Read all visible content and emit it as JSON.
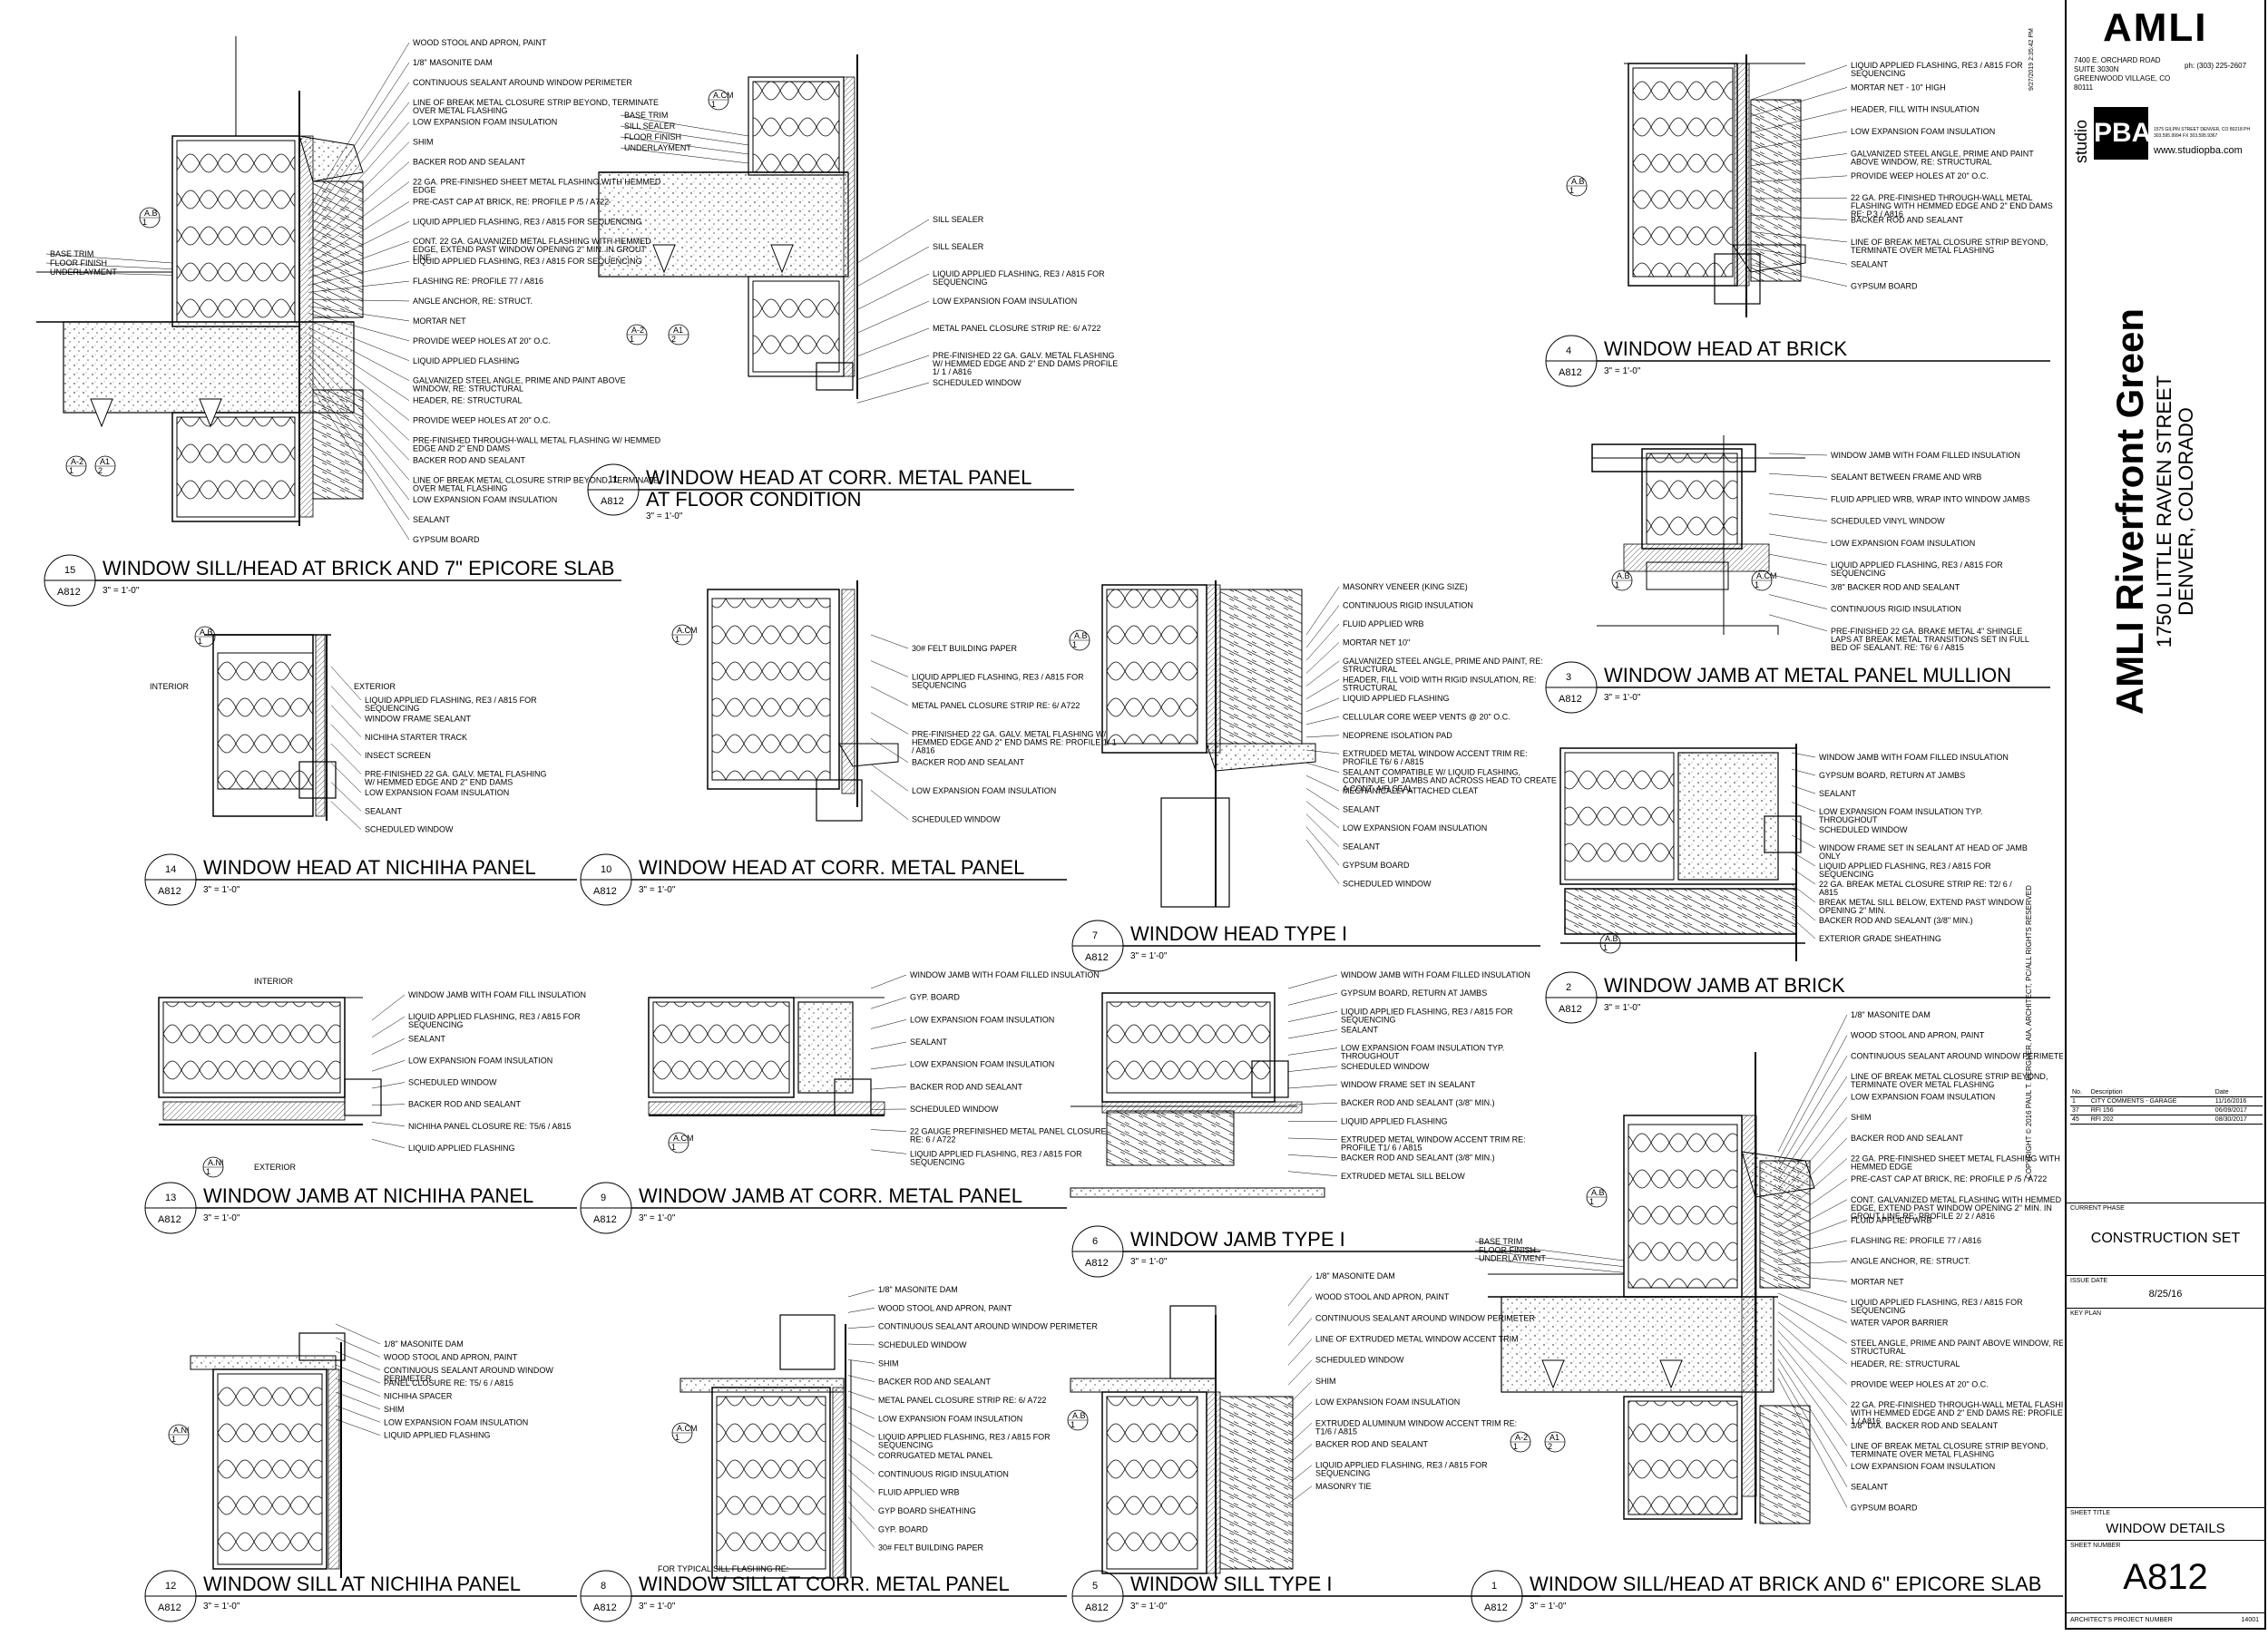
{
  "sheet": {
    "project_name": "AMLI Riverfront Green",
    "project_address_line1": "1750 LITTLE RAVEN STREET",
    "project_address_line2": "DENVER, COLORADO",
    "sheet_title_label": "SHEET TITLE",
    "sheet_title": "WINDOW DETAILS",
    "sheet_number_label": "SHEET NUMBER",
    "sheet_number": "A812",
    "current_phase_label": "CURRENT PHASE",
    "current_phase": "CONSTRUCTION SET",
    "issue_date_label": "ISSUE DATE",
    "issue_date": "8/25/16",
    "key_plan_label": "KEY PLAN",
    "project_number_label": "ARCHITECT'S PROJECT NUMBER",
    "project_number": "14001",
    "copyright": "COPYRIGHT © 2016 PAUL T. BERGNER, AIA, ARCHITECT, PC/ALL RIGHTS RESERVED",
    "plot_stamp": "9/27/2019 2:35:42 PM"
  },
  "owner": {
    "logo": "AMLI",
    "address": "7400 E. ORCHARD ROAD\nSUITE 3030N\nGREENWOOD VILLAGE, CO\n80111",
    "phone": "ph: (303) 225-2607"
  },
  "architect": {
    "studio": "studio",
    "logo": "PBA",
    "small": "1575 GILPIN STREET  DENVER, CO 80218  PH 303.595.9994  FX 303.595.9367",
    "website": "www.studiopba.com"
  },
  "revisions": {
    "headers": [
      "No.",
      "Description",
      "Date"
    ],
    "rows": [
      [
        "1",
        "CITY COMMENTS - GARAGE",
        "11/16/2016"
      ],
      [
        "37",
        "RFI 156",
        "06/09/2017"
      ],
      [
        "45",
        "RFI 202",
        "08/30/2017"
      ]
    ]
  },
  "details": [
    {
      "num": "15",
      "title": "WINDOW SILL/HEAD AT BRICK AND 7\" EPICORE SLAB",
      "sheet": "A812",
      "scale": "3\" = 1'-0\""
    },
    {
      "num": "11",
      "title": "WINDOW HEAD AT CORR. METAL PANEL",
      "title2": "AT FLOOR CONDITION",
      "sheet": "A812",
      "scale": "3\" = 1'-0\""
    },
    {
      "num": "4",
      "title": "WINDOW HEAD AT BRICK",
      "sheet": "A812",
      "scale": "3\" = 1'-0\""
    },
    {
      "num": "3",
      "title": "WINDOW JAMB AT METAL PANEL MULLION",
      "sheet": "A812",
      "scale": "3\" = 1'-0\""
    },
    {
      "num": "14",
      "title": "WINDOW HEAD AT NICHIHA PANEL",
      "sheet": "A812",
      "scale": "3\" = 1'-0\""
    },
    {
      "num": "10",
      "title": "WINDOW HEAD AT CORR. METAL PANEL",
      "sheet": "A812",
      "scale": "3\" = 1'-0\""
    },
    {
      "num": "7",
      "title": "WINDOW HEAD TYPE I",
      "sheet": "A812",
      "scale": "3\" = 1'-0\""
    },
    {
      "num": "2",
      "title": "WINDOW JAMB AT BRICK",
      "sheet": "A812",
      "scale": "3\" = 1'-0\""
    },
    {
      "num": "13",
      "title": "WINDOW JAMB AT NICHIHA PANEL",
      "sheet": "A812",
      "scale": "3\" = 1'-0\""
    },
    {
      "num": "9",
      "title": "WINDOW JAMB AT CORR. METAL PANEL",
      "sheet": "A812",
      "scale": "3\" = 1'-0\""
    },
    {
      "num": "6",
      "title": "WINDOW JAMB TYPE I",
      "sheet": "A812",
      "scale": "3\" = 1'-0\""
    },
    {
      "num": "12",
      "title": "WINDOW SILL AT NICHIHA PANEL",
      "sheet": "A812",
      "scale": "3\" = 1'-0\""
    },
    {
      "num": "8",
      "title": "WINDOW SILL AT CORR. METAL PANEL",
      "sheet": "A812",
      "scale": "3\" = 1'-0\""
    },
    {
      "num": "5",
      "title": "WINDOW SILL TYPE I",
      "sheet": "A812",
      "scale": "3\" = 1'-0\""
    },
    {
      "num": "1",
      "title": "WINDOW SILL/HEAD AT BRICK AND 6\" EPICORE SLAB",
      "sheet": "A812",
      "scale": "3\" = 1'-0\""
    }
  ],
  "notes": {
    "d15": [
      "WOOD STOOL AND APRON, PAINT",
      "1/8\" MASONITE DAM",
      "CONTINUOUS SEALANT AROUND WINDOW PERIMETER",
      "LINE OF BREAK METAL CLOSURE STRIP BEYOND, TERMINATE OVER METAL FLASHING",
      "LOW EXPANSION FOAM INSULATION",
      "SHIM",
      "BACKER ROD AND SEALANT",
      "22 GA. PRE-FINISHED SHEET METAL FLASHING WITH HEMMED EDGE",
      "PRE-CAST CAP AT BRICK, RE: PROFILE P /5 / A722",
      "LIQUID APPLIED FLASHING, RE3 / A815 FOR SEQUENCING",
      "CONT. 22 GA. GALVANIZED METAL FLASHING WITH HEMMED EDGE, EXTEND PAST WINDOW OPENING 2\" MIN. IN GROUT LINE",
      "LIQUID APPLIED FLASHING, RE3 / A815 FOR SEQUENCING",
      "FLASHING RE: PROFILE 77 / A816",
      "ANGLE ANCHOR, RE: STRUCT.",
      "MORTAR NET",
      "PROVIDE WEEP HOLES AT 20\" O.C.",
      "LIQUID APPLIED FLASHING",
      "GALVANIZED STEEL ANGLE, PRIME AND PAINT ABOVE WINDOW, RE: STRUCTURAL",
      "HEADER, RE: STRUCTURAL",
      "PROVIDE WEEP HOLES AT 20\" O.C.",
      "PRE-FINISHED THROUGH-WALL METAL FLASHING W/ HEMMED EDGE AND 2\" END DAMS",
      "BACKER ROD AND SEALANT",
      "LINE OF BREAK METAL CLOSURE STRIP BEYOND, TERMINATE OVER METAL FLASHING",
      "LOW EXPANSION FOAM INSULATION",
      "SEALANT",
      "GYPSUM BOARD"
    ],
    "d15_left": [
      "BASE TRIM",
      "FLOOR FINISH",
      "UNDERLAYMENT"
    ],
    "d11": [
      "SILL SEALER",
      "SILL SEALER",
      "LIQUID APPLIED FLASHING, RE3 / A815 FOR SEQUENCING",
      "LOW EXPANSION FOAM INSULATION",
      "METAL PANEL CLOSURE STRIP RE: 6/ A722",
      "PRE-FINISHED 22 GA. GALV. METAL FLASHING W/ HEMMED EDGE AND 2\" END DAMS PROFILE 1/ 1 / A816",
      "SCHEDULED WINDOW"
    ],
    "d11_left": [
      "BASE TRIM",
      "SILL SEALER",
      "FLOOR FINISH",
      "UNDERLAYMENT"
    ],
    "d4": [
      "LIQUID APPLIED FLASHING, RE3 / A815 FOR SEQUENCING",
      "MORTAR NET - 10\" HIGH",
      "HEADER, FILL WITH INSULATION",
      "LOW EXPANSION FOAM INSULATION",
      "GALVANIZED STEEL ANGLE, PRIME AND PAINT ABOVE WINDOW, RE: STRUCTURAL",
      "PROVIDE WEEP HOLES AT 20\" O.C.",
      "22 GA. PRE-FINISHED THROUGH-WALL METAL FLASHING WITH HEMMED EDGE AND 2\" END DAMS RE: P.3 / A816",
      "BACKER ROD AND SEALANT",
      "LINE OF BREAK METAL CLOSURE STRIP BEYOND, TERMINATE OVER METAL FLASHING",
      "SEALANT",
      "GYPSUM BOARD"
    ],
    "d3": [
      "WINDOW JAMB WITH FOAM FILLED INSULATION",
      "SEALANT BETWEEN FRAME AND WRB",
      "FLUID APPLIED WRB, WRAP INTO WINDOW JAMBS",
      "SCHEDULED VINYL WINDOW",
      "LOW EXPANSION FOAM INSULATION",
      "LIQUID APPLIED FLASHING, RE3 / A815 FOR SEQUENCING",
      "3/8\" BACKER ROD AND SEALANT",
      "CONTINUOUS RIGID INSULATION",
      "PRE-FINISHED 22 GA. BRAKE METAL 4\" SHINGLE LAPS AT BREAK METAL TRANSITIONS SET IN FULL BED OF SEALANT. RE: T6/ 6 / A815"
    ],
    "d14": [
      "LIQUID APPLIED FLASHING, RE3 / A815 FOR SEQUENCING",
      "WINDOW FRAME SEALANT",
      "NICHIHA STARTER TRACK",
      "INSECT SCREEN",
      "PRE-FINISHED 22 GA. GALV. METAL FLASHING W/ HEMMED EDGE AND 2\" END DAMS",
      "LOW EXPANSION FOAM INSULATION",
      "SEALANT",
      "SCHEDULED WINDOW"
    ],
    "d14_labels": [
      "INTERIOR",
      "EXTERIOR"
    ],
    "d10": [
      "30# FELT BUILDING PAPER",
      "LIQUID APPLIED FLASHING, RE3 / A815 FOR SEQUENCING",
      "METAL PANEL CLOSURE STRIP RE: 6/ A722",
      "PRE-FINISHED 22 GA. GALV. METAL FLASHING W/ HEMMED EDGE AND 2\" END DAMS RE: PROFILE 1/ 1 / A816",
      "BACKER ROD AND SEALANT",
      "LOW EXPANSION FOAM INSULATION",
      "SCHEDULED WINDOW"
    ],
    "d7": [
      "MASONRY VENEER (KING SIZE)",
      "CONTINUOUS RIGID INSULATION",
      "FLUID APPLIED WRB",
      "MORTAR NET 10\"",
      "GALVANIZED STEEL ANGLE, PRIME AND PAINT, RE: STRUCTURAL",
      "HEADER, FILL VOID WITH RIGID INSULATION, RE: STRUCTURAL",
      "LIQUID APPLIED FLASHING",
      "CELLULAR CORE WEEP VENTS @ 20\" O.C.",
      "NEOPRENE ISOLATION PAD",
      "EXTRUDED METAL WINDOW ACCENT TRIM RE: PROFILE T6/ 6 / A815",
      "SEALANT COMPATIBLE W/ LIQUID FLASHING, CONTINUE UP JAMBS AND ACROSS HEAD TO CREATE A CONT. AIR SEAL",
      "MECHANICALLY ATTACHED CLEAT",
      "SEALANT",
      "LOW EXPANSION FOAM INSULATION",
      "SEALANT",
      "GYPSUM BOARD",
      "SCHEDULED WINDOW"
    ],
    "d2": [
      "WINDOW JAMB WITH FOAM FILLED INSULATION",
      "GYPSUM BOARD, RETURN AT JAMBS",
      "SEALANT",
      "LOW EXPANSION FOAM INSULATION TYP. THROUGHOUT",
      "SCHEDULED WINDOW",
      "WINDOW FRAME SET IN SEALANT AT HEAD OF JAMB ONLY",
      "LIQUID APPLIED FLASHING, RE3 / A815 FOR SEQUENCING",
      "22 GA. BREAK METAL CLOSURE STRIP RE: T2/ 6 / A815",
      "BREAK METAL SILL BELOW, EXTEND PAST WINDOW OPENING 2\" MIN.",
      "BACKER ROD AND SEALANT (3/8\" MIN.)",
      "EXTERIOR GRADE SHEATHING"
    ],
    "d13": [
      "WINDOW JAMB WITH FOAM FILL INSULATION",
      "LIQUID APPLIED FLASHING, RE3 / A815 FOR SEQUENCING",
      "SEALANT",
      "LOW EXPANSION FOAM INSULATION",
      "SCHEDULED WINDOW",
      "BACKER ROD AND SEALANT",
      "NICHIHA PANEL CLOSURE RE: T5/6 / A815",
      "LIQUID APPLIED FLASHING"
    ],
    "d13_labels": [
      "INTERIOR",
      "EXTERIOR"
    ],
    "d9": [
      "WINDOW JAMB WITH FOAM FILLED INSULATION",
      "GYP. BOARD",
      "LOW EXPANSION FOAM INSULATION",
      "SEALANT",
      "LOW EXPANSION FOAM INSULATION",
      "BACKER ROD AND SEALANT",
      "SCHEDULED WINDOW",
      "22 GAUGE PREFINISHED METAL PANEL CLOSURE RE: 6 / A722",
      "LIQUID APPLIED FLASHING, RE3 / A815 FOR SEQUENCING"
    ],
    "d6": [
      "WINDOW JAMB WITH FOAM FILLED INSULATION",
      "GYPSUM BOARD, RETURN AT JAMBS",
      "LIQUID APPLIED FLASHING, RE3 / A815 FOR SEQUENCING",
      "SEALANT",
      "LOW EXPANSION FOAM INSULATION TYP. THROUGHOUT",
      "SCHEDULED WINDOW",
      "WINDOW FRAME SET IN SEALANT",
      "BACKER ROD AND SEALANT (3/8\" MIN.)",
      "LIQUID APPLIED FLASHING",
      "EXTRUDED METAL WINDOW ACCENT TRIM RE: PROFILE T1/ 6 / A815",
      "BACKER ROD AND SEALANT (3/8\" MIN.)",
      "EXTRUDED METAL SILL BELOW"
    ],
    "d1": [
      "1/8\" MASONITE DAM",
      "WOOD STOOL AND APRON, PAINT",
      "CONTINUOUS SEALANT AROUND WINDOW PERIMETER",
      "LINE OF BREAK METAL CLOSURE STRIP BEYOND, TERMINATE OVER METAL FLASHING",
      "LOW EXPANSION FOAM INSULATION",
      "SHIM",
      "BACKER ROD AND SEALANT",
      "22 GA. PRE-FINISHED SHEET METAL FLASHING WITH HEMMED EDGE",
      "PRE-CAST CAP AT BRICK, RE: PROFILE P /5 / A722",
      "CONT. GALVANIZED METAL FLASHING WITH HEMMED EDGE, EXTEND PAST WINDOW OPENING 2\" MIN. IN GROUT LINE RE: PROFILE 2/ 2 / A816",
      "FLUID APPLIED WRB",
      "FLASHING RE: PROFILE 77 / A816",
      "ANGLE ANCHOR, RE: STRUCT.",
      "MORTAR NET",
      "LIQUID APPLIED FLASHING, RE3 / A815 FOR SEQUENCING",
      "WATER VAPOR BARRIER",
      "STEEL ANGLE, PRIME AND PAINT ABOVE WINDOW, RE: STRUCTURAL",
      "HEADER, RE: STRUCTURAL",
      "PROVIDE WEEP HOLES AT 20\" O.C.",
      "22 GA. PRE-FINISHED THROUGH-WALL METAL FLASHING WITH HEMMED EDGE AND 2\" END DAMS RE: PROFILE 1/ 1 / A816",
      "3/8\" DIA. BACKER ROD AND SEALANT",
      "LINE OF BREAK METAL CLOSURE STRIP BEYOND, TERMINATE OVER METAL FLASHING",
      "LOW EXPANSION FOAM INSULATION",
      "SEALANT",
      "GYPSUM BOARD"
    ],
    "d1_left": [
      "BASE TRIM",
      "FLOOR FINISH",
      "UNDERLAYMENT"
    ],
    "d12": [
      "1/8\" MASONITE DAM",
      "WOOD STOOL AND APRON, PAINT",
      "CONTINUOUS SEALANT AROUND WINDOW PERIMETER",
      "PANEL CLOSURE RE: T5/ 6 / A815",
      "NICHIHA SPACER",
      "SHIM",
      "LOW EXPANSION FOAM INSULATION",
      "LIQUID APPLIED FLASHING"
    ],
    "d8": [
      "1/8\" MASONITE DAM",
      "WOOD STOOL AND APRON, PAINT",
      "CONTINUOUS SEALANT AROUND WINDOW PERIMETER",
      "SCHEDULED WINDOW",
      "SHIM",
      "BACKER ROD AND SEALANT",
      "METAL PANEL CLOSURE STRIP RE: 6/ A722",
      "LOW EXPANSION FOAM INSULATION",
      "LIQUID APPLIED FLASHING, RE3 / A815 FOR SEQUENCING",
      "CORRUGATED METAL PANEL",
      "CONTINUOUS RIGID INSULATION",
      "FLUID APPLIED WRB",
      "GYP BOARD SHEATHING",
      "GYP. BOARD",
      "30# FELT BUILDING PAPER"
    ],
    "d8_bottom": "FOR TYPICAL SILL FLASHING RE:",
    "d5": [
      "1/8\" MASONITE DAM",
      "WOOD STOOL AND APRON, PAINT",
      "CONTINUOUS SEALANT AROUND WINDOW PERIMETER",
      "LINE OF EXTRUDED METAL WINDOW ACCENT TRIM",
      "SCHEDULED WINDOW",
      "SHIM",
      "LOW EXPANSION FOAM INSULATION",
      "EXTRUDED ALUMINUM WINDOW ACCENT TRIM RE: T1/6 / A815",
      "BACKER ROD AND SEALANT",
      "LIQUID APPLIED FLASHING, RE3 / A815 FOR SEQUENCING",
      "MASONRY TIE"
    ]
  }
}
